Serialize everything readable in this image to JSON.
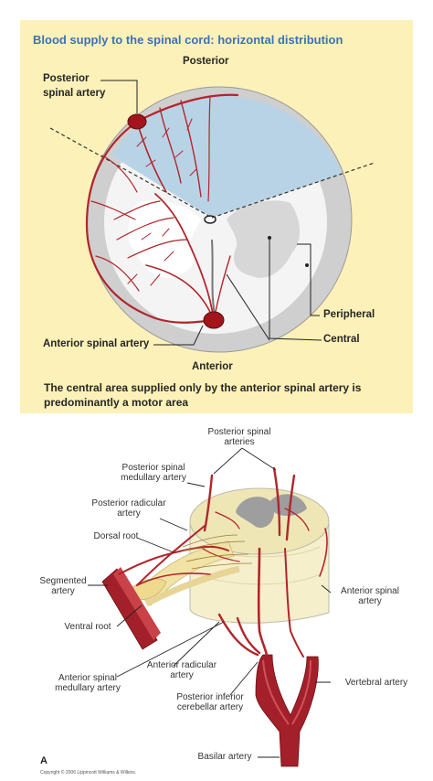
{
  "top_panel": {
    "title": "Blood supply to the spinal cord: horizontal distribution",
    "posterior": "Posterior",
    "anterior": "Anterior",
    "posterior_spinal_artery_l1": "Posterior",
    "posterior_spinal_artery_l2": "spinal artery",
    "peripheral": "Peripheral",
    "central": "Central",
    "anterior_spinal_artery": "Anterior spinal artery",
    "caption_l1": "The central area supplied only by the anterior spinal artery is",
    "caption_l2": "predominantly a motor area"
  },
  "bottom_panel": {
    "labels": {
      "posterior_spinal_arteries_l1": "Posterior spinal",
      "posterior_spinal_arteries_l2": "arteries",
      "posterior_spinal_medullary_l1": "Posterior spinal",
      "posterior_spinal_medullary_l2": "medullary artery",
      "posterior_radicular_l1": "Posterior radicular",
      "posterior_radicular_l2": "artery",
      "dorsal_root": "Dorsal root",
      "segmented_artery_l1": "Segmented",
      "segmented_artery_l2": "artery",
      "ventral_root": "Ventral root",
      "anterior_spinal_artery_l1": "Anterior spinal",
      "anterior_spinal_artery_l2": "artery",
      "anterior_radicular_l1": "Anterior radicular",
      "anterior_radicular_l2": "artery",
      "anterior_spinal_medullary_l1": "Anterior spinal",
      "anterior_spinal_medullary_l2": "medullary artery",
      "vertebral_artery": "Vertebral artery",
      "posterior_inferior_cerebellar_l1": "Posterior inferior",
      "posterior_inferior_cerebellar_l2": "cerebellar artery",
      "basilar_artery": "Basilar artery",
      "panel_letter": "A",
      "copyright": "Copyright © 2006 Lippincott Williams & Wilkins."
    }
  },
  "colors": {
    "background": "#fcf1b8",
    "title": "#3a73b7",
    "artery": "#b0262c",
    "posterior_area": "#b9d3e6",
    "grey_matter": "#d4d4d4",
    "white_matter": "#f2f2f2"
  }
}
